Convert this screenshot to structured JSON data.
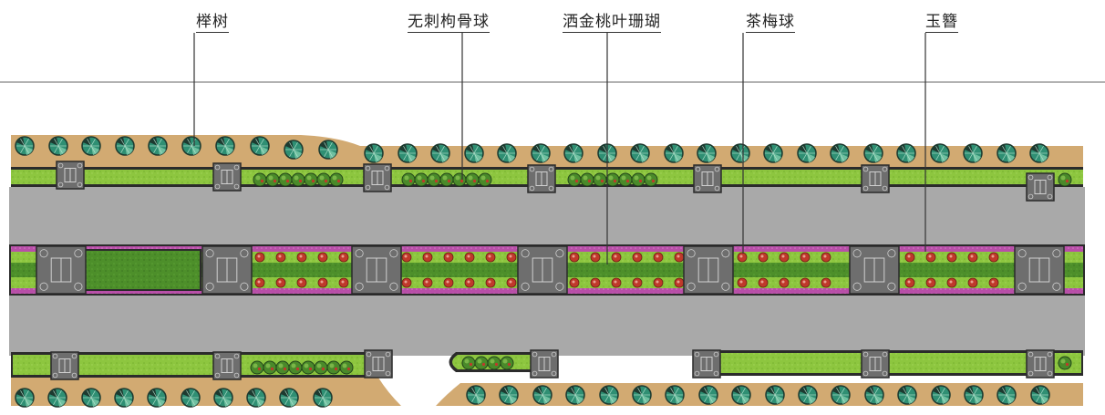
{
  "labels": {
    "zelkova": "榉树",
    "holly": "无刺枸骨球",
    "coral": "洒金桃叶珊瑚",
    "camellia": "茶梅球",
    "yucca": "玉簪"
  },
  "colors": {
    "soil": "#d2aa72",
    "road": "#a9a9a9",
    "lawn": "#8dc63f",
    "lawn_dark": "#4d8f2a",
    "median_border": "#b84fa8",
    "tree_fill": "#2f8f73",
    "tree_dark": "#1d3a30",
    "shrub": "#4a8a2a",
    "flower": "#c0392b",
    "tile": "#6e6e6e",
    "leader": "#333333"
  }
}
